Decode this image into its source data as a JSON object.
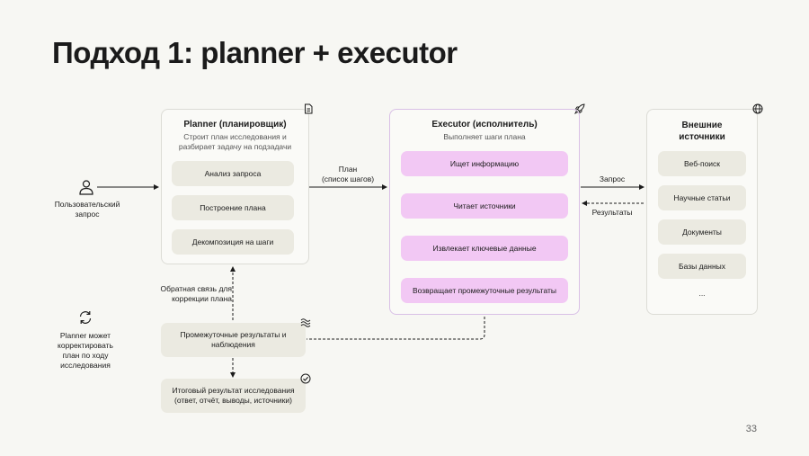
{
  "title": "Подход 1: planner + executor",
  "user": {
    "label": "Пользовательский запрос"
  },
  "planner": {
    "title": "Planner (планировщик)",
    "subtitle": "Строит план исследования и разбирает задачу на подзадачи",
    "steps": [
      "Анализ запроса",
      "Построение плана",
      "Декомпозиция на шаги"
    ]
  },
  "plan_arrow_label": "План\n(список шагов)",
  "executor": {
    "title": "Executor (исполнитель)",
    "subtitle": "Выполняет шаги плана",
    "steps": [
      "Ищет информацию",
      "Читает источники",
      "Извлекает ключевые данные",
      "Возвращает промежуточные результаты"
    ]
  },
  "request_label": "Запрос",
  "results_label": "Результаты",
  "sources": {
    "title": "Внешние источники",
    "items": [
      "Веб-поиск",
      "Научные статьи",
      "Документы",
      "Базы данных",
      "..."
    ]
  },
  "feedback_label": "Обратная связь для коррекции плана",
  "intermediate": "Промежуточные результаты и наблюдения",
  "final": "Итоговый результат исследования (ответ, отчёт, выводы, источники)",
  "planner_note": "Planner может корректировать план по ходу исследования",
  "page_number": "33",
  "colors": {
    "pink": "#f2c8f4",
    "pill": "#ebeae1",
    "background": "#f7f7f3"
  },
  "icons": [
    "user-icon",
    "document-icon",
    "rocket-icon",
    "globe-icon",
    "refresh-icon",
    "wave-icon",
    "check-circle-icon"
  ]
}
